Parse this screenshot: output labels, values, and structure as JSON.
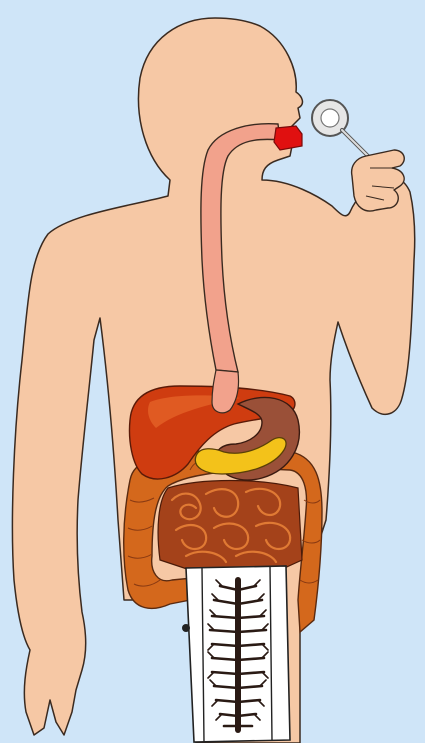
{
  "diagram": {
    "colors": {
      "background": "#cfe5f8",
      "skin": "#f6c8a5",
      "outline": "#3a2a20",
      "esophagus": "#f2a28c",
      "mouth": "#e01010",
      "liver": "#cf3c10",
      "stomach": "#9a5038",
      "pancreas": "#f3c21a",
      "large_intestine": "#d4681c",
      "small_intestine": "#a4421a",
      "tapeworm_body": "#ffffff",
      "tapeworm_organ": "#2a1a14",
      "spoon": "#e6e6e6"
    },
    "parts": [
      "body-silhouette",
      "hand-with-spoon",
      "mouth",
      "esophagus",
      "liver",
      "stomach",
      "pancreas",
      "large-intestine",
      "small-intestine",
      "tapeworm-segment"
    ]
  }
}
